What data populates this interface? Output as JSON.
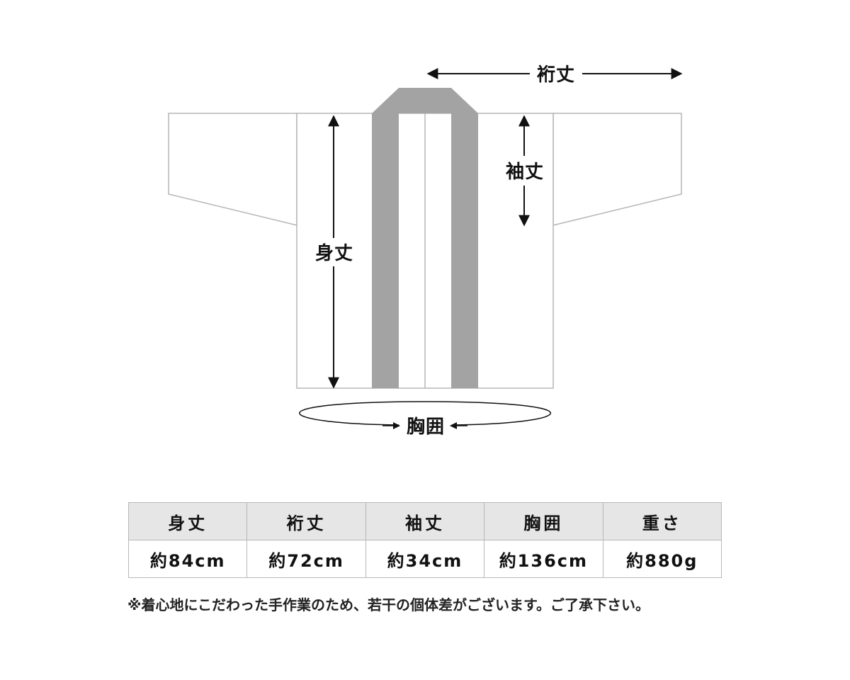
{
  "diagram": {
    "labels": {
      "yuki": "裄丈",
      "sode": "袖丈",
      "mi": "身丈",
      "kyoi": "胸囲"
    },
    "colors": {
      "outline": "#b5b5b5",
      "collar": "#a3a3a3",
      "arrow": "#111111"
    }
  },
  "table": {
    "headers": [
      "身丈",
      "裄丈",
      "袖丈",
      "胸囲",
      "重さ"
    ],
    "values": [
      "約84cm",
      "約72cm",
      "約34cm",
      "約136cm",
      "約880g"
    ],
    "header_bg": "#e6e6e6"
  },
  "note": "※着心地にこだわった手作業のため、若干の個体差がございます。ご了承下さい。"
}
